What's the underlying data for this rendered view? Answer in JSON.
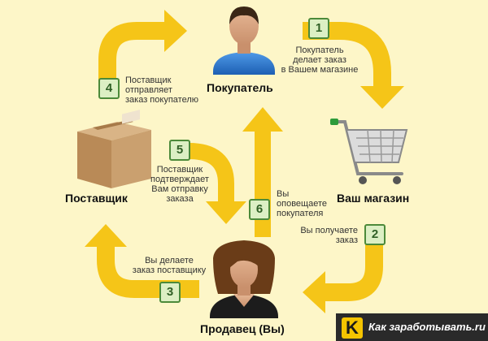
{
  "nodes": {
    "customer": "Покупатель",
    "supplier": "Поставщик",
    "shop": "Ваш магазин",
    "seller": "Продавец (Вы)"
  },
  "steps": [
    {
      "number": "1",
      "lines": [
        "Покупатель",
        "делает заказ",
        "в Вашем магазине"
      ]
    },
    {
      "number": "2",
      "lines": [
        "Вы получаете",
        "заказ"
      ]
    },
    {
      "number": "3",
      "lines": [
        "Вы делаете",
        "заказ поставщику"
      ]
    },
    {
      "number": "4",
      "lines": [
        "Поставщик",
        "отправляет",
        "заказ покупателю"
      ]
    },
    {
      "number": "5",
      "lines": [
        "Поставщик",
        "подтверждает",
        "Вам отправку",
        "заказа"
      ]
    },
    {
      "number": "6",
      "lines": [
        "Вы",
        "оповещаете",
        "покупателя"
      ]
    }
  ],
  "icons": {
    "customer": "person-icon",
    "supplier": "cardboard-box-icon",
    "shop": "shopping-cart-icon",
    "seller": "person-icon",
    "brand": "k-logo-icon"
  },
  "colors": {
    "background": "#fdf6c8",
    "arrow": "#f5c518",
    "step_border": "#4c8a3a",
    "step_fill": "#dcefc4"
  },
  "brand": {
    "logo_letter": "K",
    "text": "Как заработывать.ru"
  }
}
